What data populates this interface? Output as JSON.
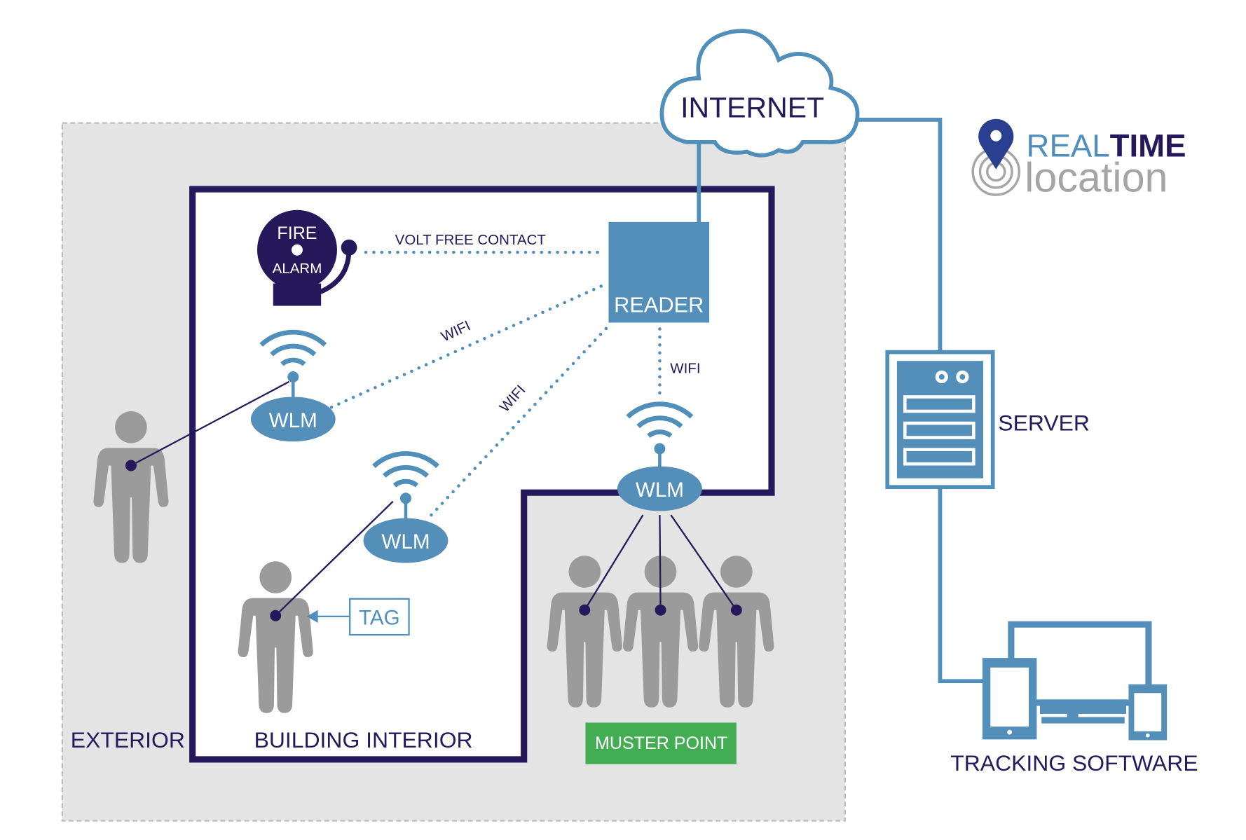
{
  "colors": {
    "navy": "#25195c",
    "blue": "#4f8fba",
    "reader": "#548fba",
    "person": "#9b9b9b",
    "exterior": "#e4e4e4",
    "muster": "#43ad53",
    "logo_gray": "#a5a5a5"
  },
  "cloud": {
    "label": "INTERNET"
  },
  "logo": {
    "real": "REAL",
    "time": "TIME",
    "location": "location"
  },
  "fire_alarm": {
    "line1": "FIRE",
    "line2": "ALARM"
  },
  "reader": {
    "label": "READER"
  },
  "connections": {
    "volt_free": "VOLT FREE CONTACT",
    "wifi1": "WIFI",
    "wifi2": "WIFI",
    "wifi3": "WIFI"
  },
  "wlm": [
    {
      "label": "WLM"
    },
    {
      "label": "WLM"
    },
    {
      "label": "WLM"
    }
  ],
  "tag": {
    "label": "TAG"
  },
  "zones": {
    "exterior": "EXTERIOR",
    "interior": "BUILDING INTERIOR",
    "muster": "MUSTER POINT"
  },
  "server": {
    "label": "SERVER"
  },
  "software": {
    "label": "TRACKING SOFTWARE"
  }
}
